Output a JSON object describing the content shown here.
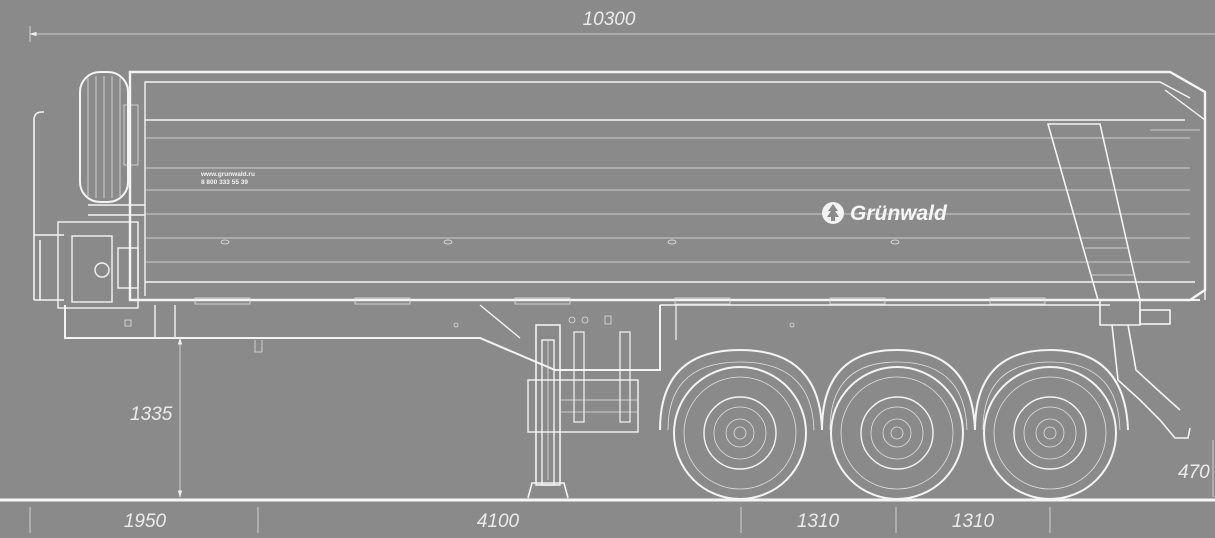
{
  "drawing": {
    "background_color": "#8a8a8a",
    "line_color": "#f4f4f4",
    "dimensions": {
      "overall_length": "10300",
      "frame_height": "1335",
      "front_overhang": "1950",
      "kingpin_to_axle": "4100",
      "axle_spacing_1": "1310",
      "axle_spacing_2": "1310",
      "rear_height": "470"
    },
    "body_text": {
      "website": "www.grunwald.ru",
      "phone": "8 800 333 55 39"
    },
    "brand": {
      "name": "Grünwald",
      "logo_icon": "fir-tree-logo-icon"
    }
  }
}
